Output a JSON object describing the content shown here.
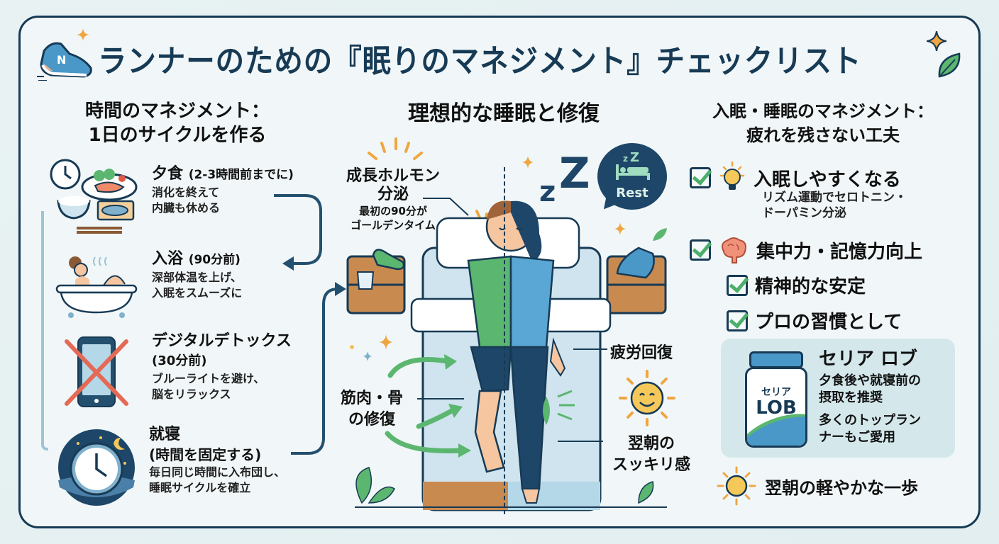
{
  "title": "ランナーのための『眠りのマネジメント』チェックリスト",
  "colors": {
    "frame": "#173a55",
    "background": "#f1f7f8",
    "accent_green": "#4caf6a",
    "accent_blue": "#4a98c8",
    "accent_orange": "#f0a640",
    "product_bg": "#d4e8ec"
  },
  "left": {
    "heading_line1": "時間のマネジメント：",
    "heading_line2": "1日のサイクルを作る",
    "items": [
      {
        "icon": "dinner-icon",
        "title": "夕食",
        "note": "(2-3時間前までに)",
        "desc1": "消化を終えて",
        "desc2": "内臓も休める"
      },
      {
        "icon": "bath-icon",
        "title": "入浴",
        "note": "(90分前)",
        "desc1": "深部体温を上げ、",
        "desc2": "入眠をスムーズに"
      },
      {
        "icon": "no-phone-icon",
        "title": "デジタルデトックス",
        "note": "(30分前)",
        "desc1": "ブルーライトを避け、",
        "desc2": "脳をリラックス"
      },
      {
        "icon": "night-clock-icon",
        "title": "就寝",
        "note": "(時間を固定する)",
        "desc1": "毎日同じ時間に入布団し、",
        "desc2": "睡眠サイクルを確立"
      }
    ]
  },
  "center": {
    "heading": "理想的な睡眠と修復",
    "growth_hormone_line1": "成長ホルモン",
    "growth_hormone_line2": "分泌",
    "growth_hormone_desc1": "最初の90分が",
    "growth_hormone_desc2": "ゴールデンタイム",
    "muscle_line1": "筋肉・骨",
    "muscle_line2": "の修復",
    "fatigue": "疲労回復",
    "morning_line1": "翌朝の",
    "morning_line2": "スッキリ感",
    "zzz_small": "z",
    "zzz_big": "Z",
    "rest_bubble": "Rest"
  },
  "right": {
    "heading_line1": "入眠・睡眠のマネジメント：",
    "heading_line2": "疲れを残さない工夫",
    "checks": [
      {
        "label": "入眠しやすくなる",
        "icon": "lightbulb-icon",
        "desc1": "リズム運動でセロトニン・",
        "desc2": "ドーパミン分泌"
      },
      {
        "label": "集中力・記憶力向上",
        "icon": "brain-icon"
      },
      {
        "label": "精神的な安定"
      },
      {
        "label": "プロの習慣として"
      }
    ],
    "product": {
      "name": "セリア ロブ",
      "bottle_label1": "セリア",
      "bottle_label2": "LOB",
      "line1": "夕食後や就寝前の",
      "line2": "摂取を推奨",
      "line3": "多くのトップラン",
      "line4": "ナーもご愛用"
    },
    "footer": "翌朝の軽やかな一歩"
  }
}
